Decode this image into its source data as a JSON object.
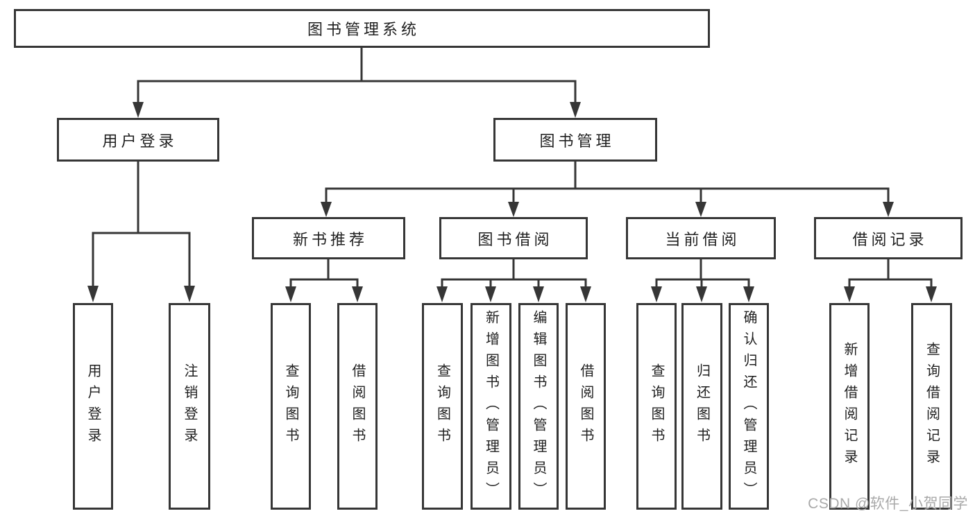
{
  "diagram": {
    "title": "图书管理系统",
    "root": {
      "label": "图书管理系统"
    },
    "branches": [
      {
        "label": "用户登录",
        "children": [
          {
            "label": "用户登录"
          },
          {
            "label": "注销登录"
          }
        ]
      },
      {
        "label": "图书管理",
        "children": [
          {
            "label": "新书推荐",
            "children": [
              {
                "label": "查询图书"
              },
              {
                "label": "借阅图书"
              }
            ]
          },
          {
            "label": "图书借阅",
            "children": [
              {
                "label": "查询图书"
              },
              {
                "label": "新增图书（管理员）"
              },
              {
                "label": "编辑图书（管理员）"
              },
              {
                "label": "借阅图书"
              }
            ]
          },
          {
            "label": "当前借阅",
            "children": [
              {
                "label": "查询图书"
              },
              {
                "label": "归还图书"
              },
              {
                "label": "确认归还（管理员）"
              }
            ]
          },
          {
            "label": "借阅记录",
            "children": [
              {
                "label": "新增借阅记录"
              },
              {
                "label": "查询借阅记录"
              }
            ]
          }
        ]
      }
    ]
  },
  "watermark": {
    "text": "CSDN @软件_小贺同学"
  },
  "colors": {
    "line": "#363636",
    "text": "#1f1f1f",
    "background": "#ffffff",
    "watermark": "#a9a9a9"
  }
}
